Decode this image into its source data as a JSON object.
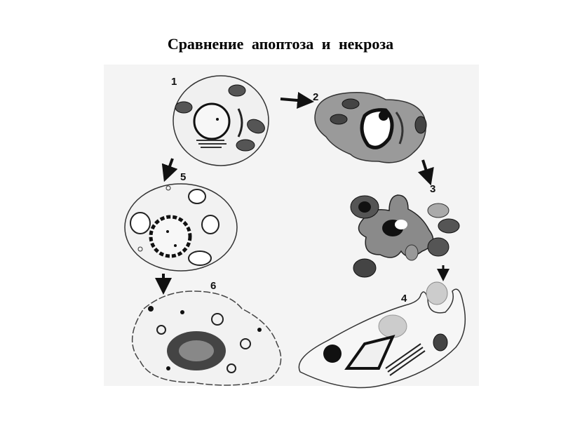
{
  "slide": {
    "title": "Сравнение апоптоза и некроза"
  },
  "figure": {
    "stage_labels": [
      "1",
      "2",
      "3",
      "4",
      "5",
      "6"
    ],
    "background_color": "#f4f4f4",
    "ink_color": "#1a1a1a",
    "apoptotic_cytoplasm_color": "#9a9a9a"
  }
}
